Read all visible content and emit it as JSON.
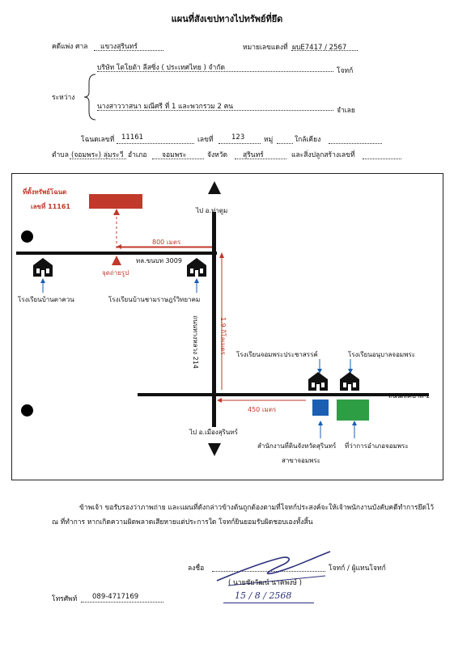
{
  "header": {
    "title": "แผนที่สังเขปทางไปทรัพย์ที่ยึด"
  },
  "case": {
    "court_label": "คดีแพ่ง ศาล",
    "court": "แขวงสุรินทร์",
    "case_no_label": "หมายเลขแดงที่",
    "case_no": "ผบE7417 / 2567"
  },
  "parties": {
    "between_label": "ระหว่าง",
    "plaintiff": "บริษัท โตโยต้า ลีสซิ่ง ( ประเทศไทย ) จำกัด",
    "plaintiff_role": "โจทก์",
    "defendant": "นางสาววาสนา มณีศรี ที่ 1 และพวกรวม 2 คน",
    "defendant_role": "จำเลย"
  },
  "deed": {
    "deed_label": "โฉนดเลขที่",
    "deed_no": "11161",
    "number_label": "เลขที่",
    "number": "123",
    "moo_label": "หมู่",
    "near_label": "ใกล้เคียง",
    "tambon_label": "ตำบล",
    "tambon": "(จอมพระ) ลุ่มระวี",
    "amphoe_label": "อำเภอ",
    "amphoe": "จอมพระ",
    "province_label": "จังหวัด",
    "province": "สุรินทร์",
    "building_label": "และสิ่งปลูกสร้างเลขที่"
  },
  "map": {
    "property_label_1": "ที่ตั้งทรัพย์โฉนด",
    "property_label_2": "เลขที่ 11161",
    "photo_point": "จุดถ่ายรูป",
    "dist_800": "800 เมตร",
    "road_3009": "ทล.ขนบท 3009",
    "north_label": "ไป อ.ท่าตูม",
    "south_label": "ไป อ.เมืองสุรินทร์",
    "highway_214": "ถนนทางหลวง 214",
    "dist_19": "1.9 กิโลเมตร",
    "school_1": "โรงเรียนบ้านตาควน",
    "school_2": "โรงเรียนบ้านชามราษฎร์วิทยาคม",
    "school_3": "โรงเรียนจอมพระประชาสรรค์",
    "school_4": "โรงเรียนอนุบาลจอมพระ",
    "municipal_road": "ถนนเทศบาล 1",
    "dist_450": "450 เมตร",
    "land_office_1": "สำนักงานที่ดินจังหวัดสุรินทร์",
    "land_office_2": "สาขาจอมพระ",
    "district_office": "ที่ว่าการอำเภอจอมพระ",
    "colors": {
      "property": "#c0392b",
      "land_office": "#1a5fb4",
      "district_office": "#2e9e44"
    }
  },
  "statement": {
    "line_1": "ข้าพเจ้า ขอรับรองว่าภาพถ่าย และแผนที่ดังกล่าวข้างต้นถูกต้องตามที่โจทก์ประสงค์จะให้เจ้าพนักงานบังคับคดีทำการยึดไว้",
    "line_2": "ณ ที่ทำการ หากเกิดความผิดพลาดเสียหายแต่ประการใด โจทก์ยินยอมรับผิดชอบเองทั้งสิ้น"
  },
  "signature": {
    "sign_label": "ลงชื่อ",
    "sign_role": "โจทก์ / ผู้แทนโจทก์",
    "name": "( นายชัยวัฒน์ นาคพงษ์ )",
    "date": "15 / 8 / 2568"
  },
  "contact": {
    "phone_label": "โทรศัพท์",
    "phone": "089-4717169"
  }
}
